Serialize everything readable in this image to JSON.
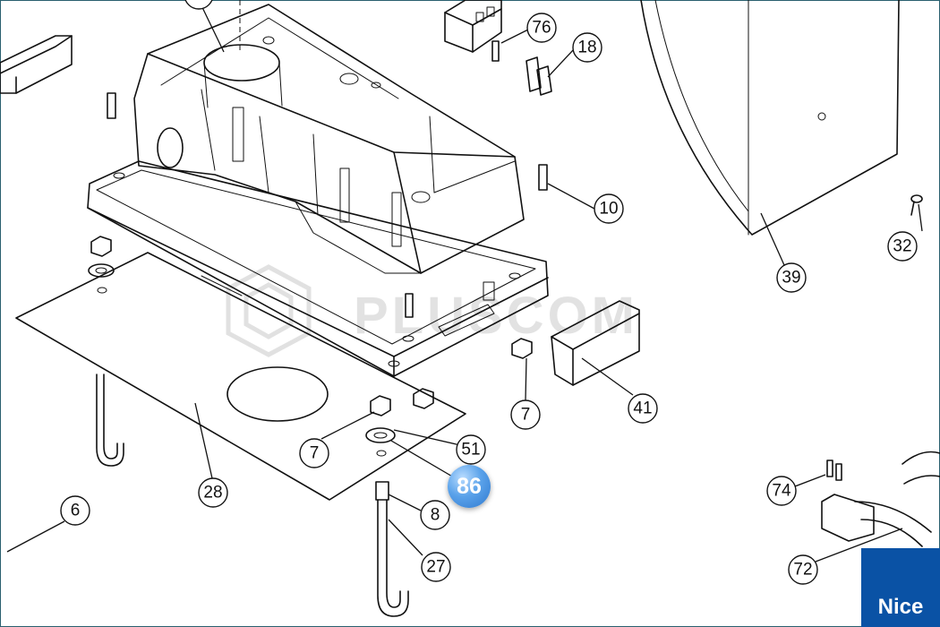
{
  "watermark": {
    "text": "PLUSCOM"
  },
  "callouts": [
    {
      "id": "c76",
      "label": "76"
    },
    {
      "id": "c18",
      "label": "18"
    },
    {
      "id": "c10",
      "label": "10"
    },
    {
      "id": "c32",
      "label": "32"
    },
    {
      "id": "c39",
      "label": "39"
    },
    {
      "id": "c7a",
      "label": "7"
    },
    {
      "id": "c41",
      "label": "41"
    },
    {
      "id": "c7b",
      "label": "7"
    },
    {
      "id": "c51",
      "label": "51"
    },
    {
      "id": "c28",
      "label": "28"
    },
    {
      "id": "c8",
      "label": "8"
    },
    {
      "id": "c6",
      "label": "6"
    },
    {
      "id": "c27",
      "label": "27"
    },
    {
      "id": "c74",
      "label": "74"
    },
    {
      "id": "c72",
      "label": "72"
    }
  ],
  "hotspot": {
    "label": "86",
    "color": "#3d8be0"
  },
  "brand": {
    "text": "Nice",
    "color": "#0a52a5"
  }
}
